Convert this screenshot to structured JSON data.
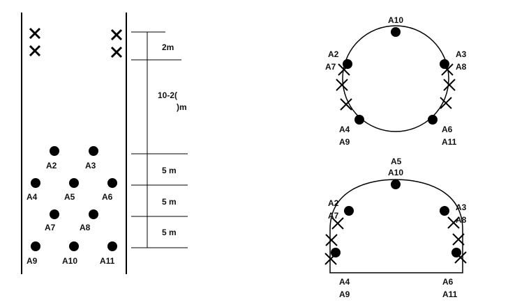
{
  "left_panel": {
    "dimensions": [
      "2m",
      "10-2(",
      ")m",
      "5 m",
      "5 m",
      "5 m"
    ],
    "points": [
      {
        "label": "A2"
      },
      {
        "label": "A3"
      },
      {
        "label": "A4"
      },
      {
        "label": "A5"
      },
      {
        "label": "A6"
      },
      {
        "label": "A7"
      },
      {
        "label": "A8"
      },
      {
        "label": "A9"
      },
      {
        "label": "A10"
      },
      {
        "label": "A11"
      }
    ]
  },
  "circle_panel": {
    "labels": [
      [
        "A10"
      ],
      [
        "A2",
        "A7"
      ],
      [
        "A3",
        "A8"
      ],
      [
        "A4",
        "A9"
      ],
      [
        "A6",
        "A11"
      ]
    ]
  },
  "arch_panel": {
    "labels": [
      [
        "A5",
        "A10"
      ],
      [
        "A2",
        "A7"
      ],
      [
        "A3",
        "A8"
      ],
      [
        "A4",
        "A9"
      ],
      [
        "A6",
        "A11"
      ]
    ]
  }
}
